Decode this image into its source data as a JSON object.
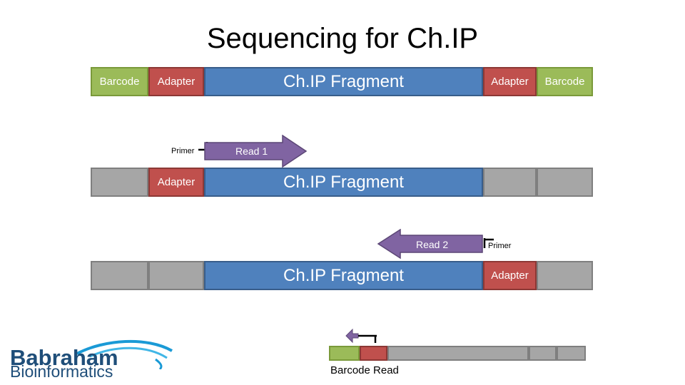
{
  "title": "Sequencing for Ch.IP",
  "row1": {
    "barcode_left": "Barcode",
    "adapter_left": "Adapter",
    "fragment": "Ch.IP Fragment",
    "adapter_right": "Adapter",
    "barcode_right": "Barcode"
  },
  "row2": {
    "primer": "Primer",
    "read": "Read 1",
    "adapter_left": "Adapter",
    "fragment": "Ch.IP Fragment"
  },
  "row3": {
    "read": "Read 2",
    "primer": "Primer",
    "fragment": "Ch.IP Fragment",
    "adapter_right": "Adapter"
  },
  "row4": {
    "label": "Barcode Read"
  },
  "logo": {
    "line1": "Babraham",
    "line2": "Bioinformatics"
  },
  "colors": {
    "barcode": "#9bbb59",
    "adapter": "#c0504d",
    "fragment": "#4f81bd",
    "inactive": "#a6a6a6",
    "read_arrow": "#8064a2"
  }
}
